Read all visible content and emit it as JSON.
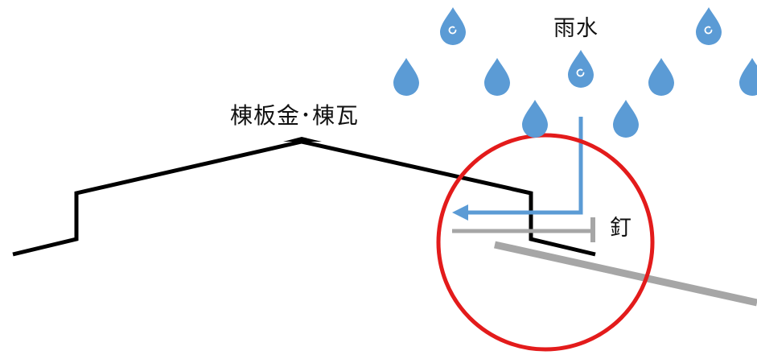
{
  "labels": {
    "rainwater": "雨水",
    "ridge": "棟板金･棟瓦",
    "nail": "釘"
  },
  "colors": {
    "outline": "#000000",
    "water": "#5b9bd5",
    "drop": "#5b9bd5",
    "highlight": "#e31b1b",
    "board": "#a6a6a6",
    "nail": "#a6a6a6"
  },
  "icons": {
    "drop": "water-drop-icon",
    "highlight": "highlight-circle",
    "arrow": "flow-arrow"
  }
}
